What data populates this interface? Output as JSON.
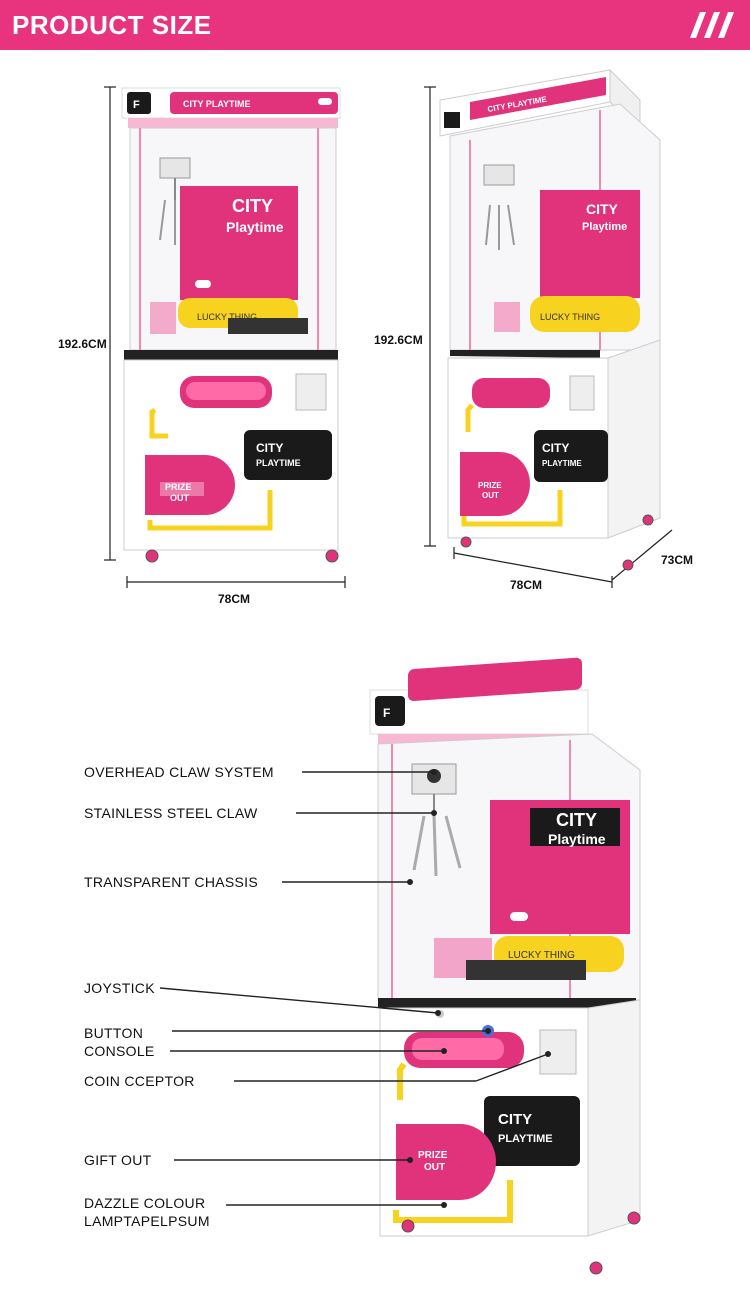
{
  "header": {
    "title": "PRODUCT SIZE",
    "accent_color": "#e8347f",
    "icon": "triple-slash-icon"
  },
  "machine": {
    "brand_title": "CITY PLAYTIME",
    "panel_text_line1": "CITY",
    "panel_text_line2": "Playtime",
    "lucky_text": "LUCKY THING",
    "side_panel_line1": "CITY",
    "side_panel_line2": "PLAYTIME",
    "prize_line1": "PRIZE",
    "prize_line2": "OUT",
    "colors": {
      "pink": "#e0337c",
      "black": "#1a1a1a",
      "yellow": "#f7d21f",
      "white": "#ffffff"
    }
  },
  "dimensions": {
    "front_height": "192.6CM",
    "front_width": "78CM",
    "side_height": "192.6CM",
    "side_width": "78CM",
    "side_depth": "73CM"
  },
  "callouts": [
    {
      "label": "OVERHEAD CLAW SYSTEM"
    },
    {
      "label": "STAINLESS STEEL CLAW"
    },
    {
      "label": "TRANSPARENT CHASSIS"
    },
    {
      "label": "JOYSTICK"
    },
    {
      "label": "BUTTON"
    },
    {
      "label": "CONSOLE"
    },
    {
      "label": "COIN CCEPTOR"
    },
    {
      "label": "GIFT OUT"
    },
    {
      "label": "DAZZLE COLOUR"
    },
    {
      "label": "LAMPTAPELPSUM"
    }
  ]
}
